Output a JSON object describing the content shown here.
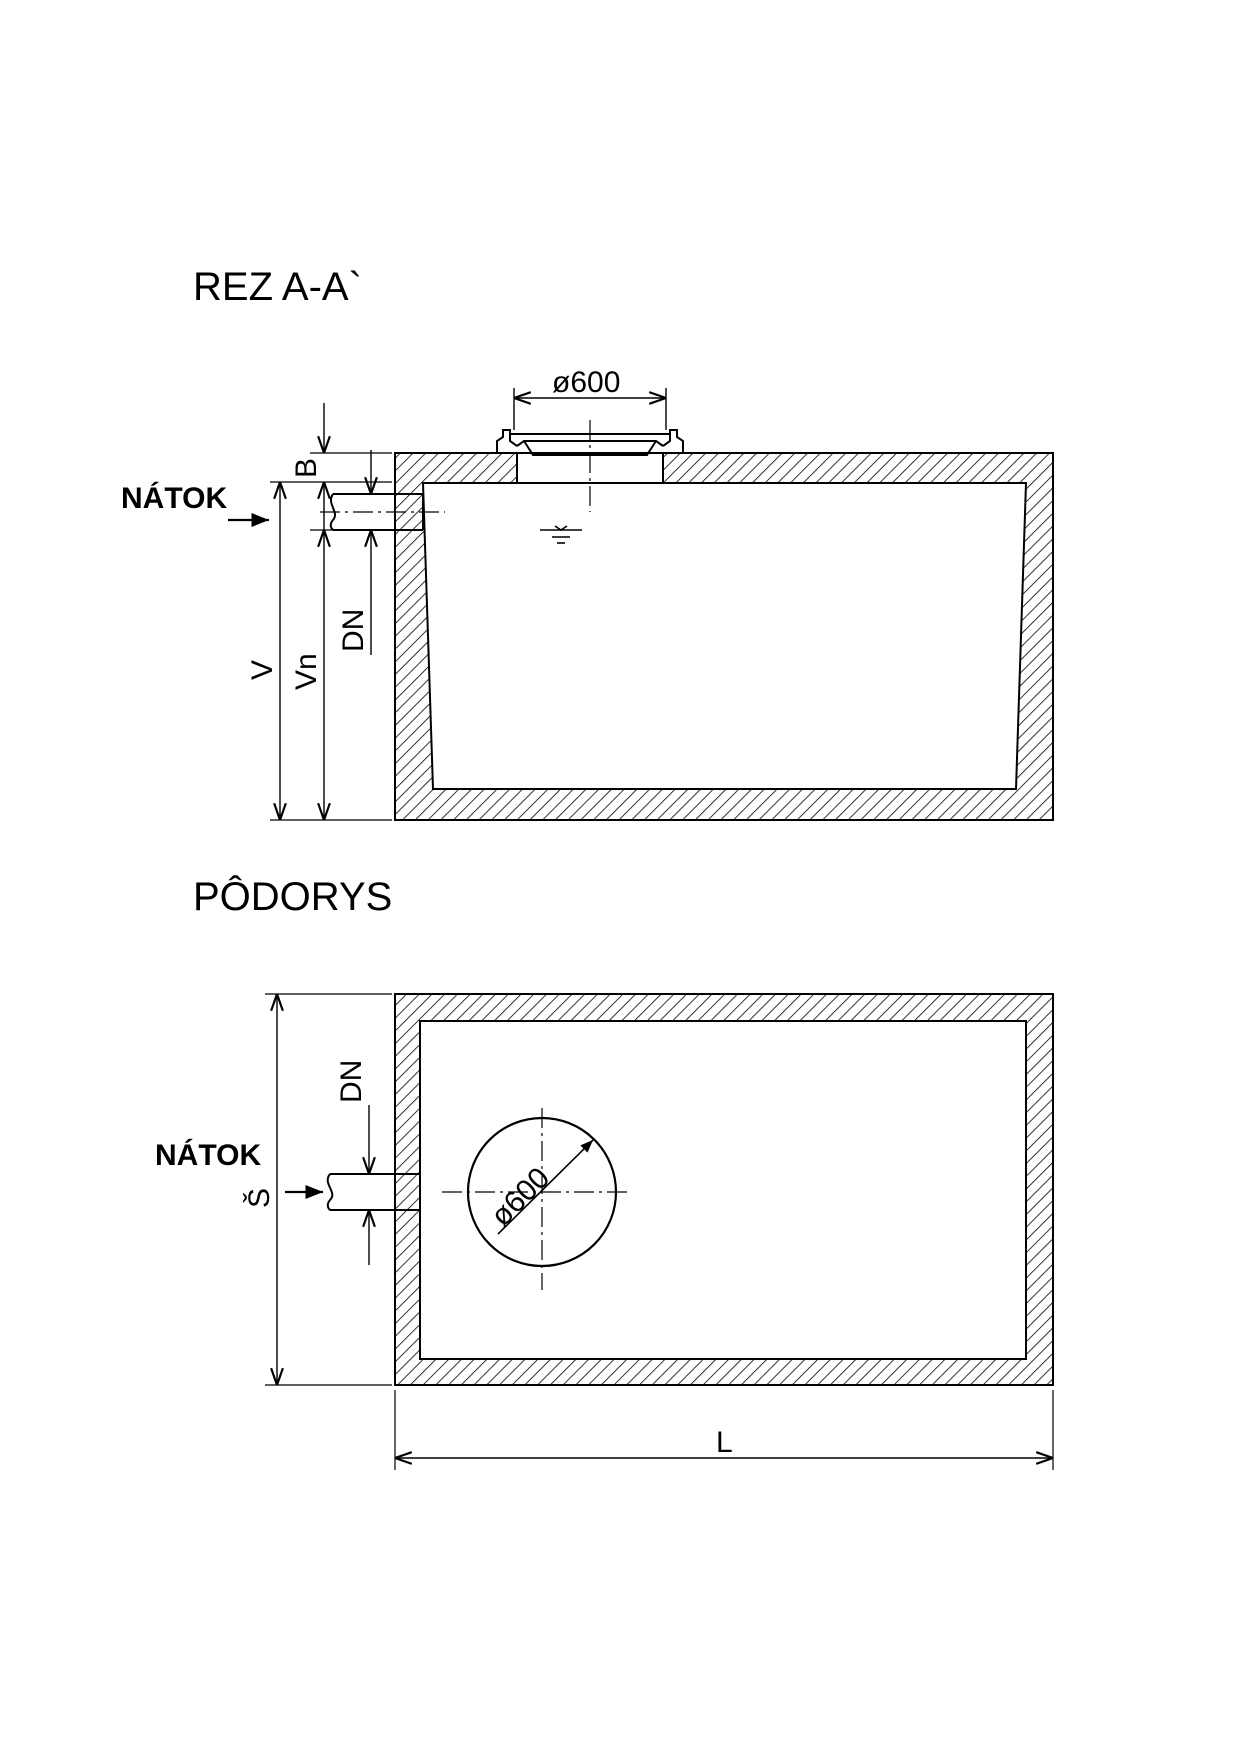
{
  "section": {
    "title": "REZ  A-A`",
    "inflow_label": "NÁTOK",
    "manhole_dim": "ø600",
    "dim_b": "B",
    "dim_v": "V",
    "dim_vn": "Vn",
    "dim_dn": "DN"
  },
  "plan": {
    "title": "PÔDORYS",
    "inflow_label": "NÁTOK",
    "manhole_dim": "ø600",
    "dim_dn": "DN",
    "dim_width": "Š",
    "dim_length": "L"
  }
}
